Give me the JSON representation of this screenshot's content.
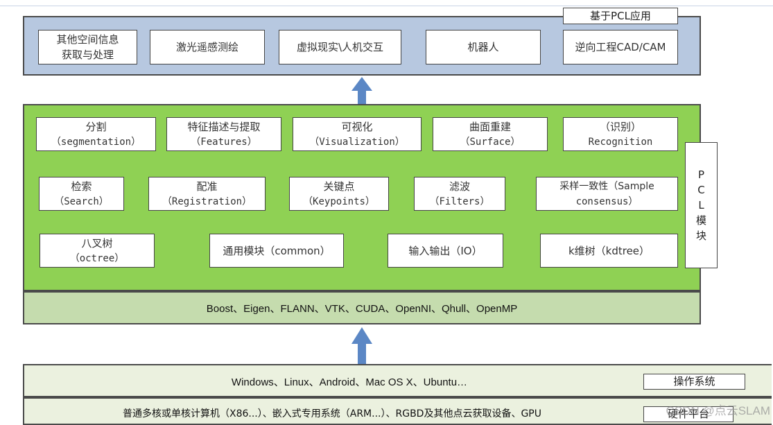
{
  "app_layer": {
    "title": "基于PCL应用",
    "items": [
      "其他空间信息\n获取与处理",
      "激光遥感测绘",
      "虚拟现实\\人机交互",
      "机器人",
      "逆向工程CAD/CAM"
    ]
  },
  "pcl_layer": {
    "side_label_chars": [
      "P",
      "C",
      "L",
      "模",
      "块"
    ],
    "modules": [
      {
        "line1": "分割",
        "line2": "（segmentation）"
      },
      {
        "line1": "特征描述与提取",
        "line2": "（Features）"
      },
      {
        "line1": "可视化",
        "line2": "（Visualization）"
      },
      {
        "line1": "曲面重建",
        "line2": "（Surface）"
      },
      {
        "line1": "（识别）",
        "line2": "Recognition"
      },
      {
        "line1": "检索",
        "line2": "（Search）"
      },
      {
        "line1": "配准",
        "line2": "（Registration）"
      },
      {
        "line1": "关键点",
        "line2": "（Keypoints）"
      },
      {
        "line1": "滤波",
        "line2": "（Filters）"
      },
      {
        "line1": "采样一致性（Sample",
        "line2": "consensus）"
      },
      {
        "line1": "八叉树",
        "line2": "（octree）"
      },
      {
        "line1": "通用模块（common）",
        "line2": ""
      },
      {
        "line1": "输入输出（IO）",
        "line2": ""
      },
      {
        "line1": "k维树（kdtree）",
        "line2": ""
      }
    ]
  },
  "dependencies": {
    "text": "Boost、Eigen、FLANN、VTK、CUDA、OpenNI、Qhull、OpenMP"
  },
  "os_layer": {
    "text": "Windows、Linux、Android、Mac OS X、Ubuntu…",
    "label": "操作系统"
  },
  "hardware_layer": {
    "text": "普通多核或单核计算机（X86...）、嵌入式专用系统（ARM...）、RGBD及其他点云获取设备、GPU",
    "label": "硬件平台"
  },
  "watermark": "CSDN @点云SLAM",
  "colors": {
    "app_panel": "#b7c8e0",
    "pcl_panel": "#8fd154",
    "dep_panel": "#c5dcae",
    "base_panel": "#ebf1df",
    "arrow": "#5b87c5"
  }
}
